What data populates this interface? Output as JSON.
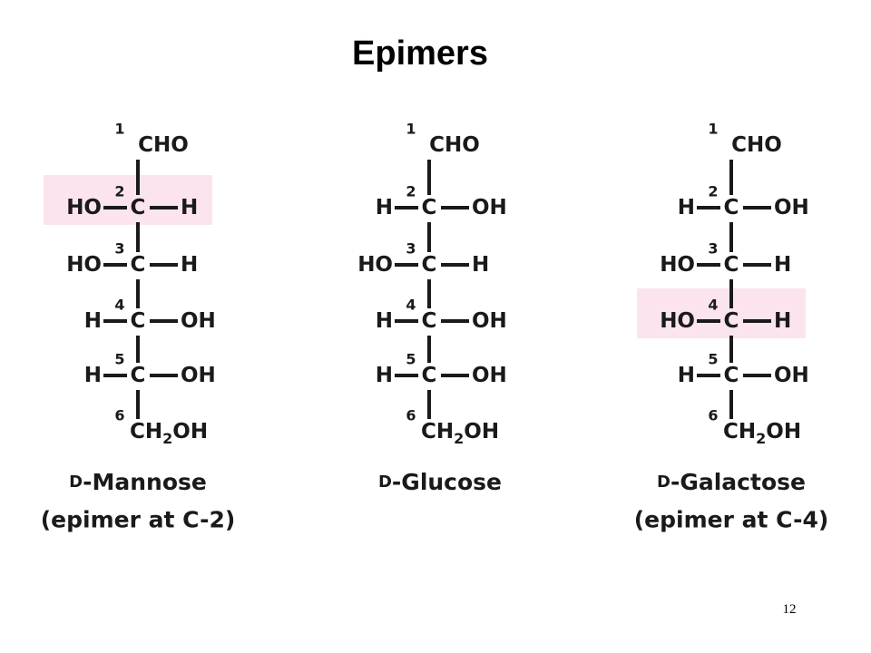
{
  "slide": {
    "title": "Epimers",
    "page_number": "12"
  },
  "colors": {
    "highlight": "#fce4ef",
    "text": "#1a1a1a"
  },
  "molecules": [
    {
      "id": "mannose",
      "name_prefix": "D",
      "name": "-Mannose",
      "subtitle": "(epimer at C-2)",
      "highlight_carbon": 2,
      "top": {
        "number": "1",
        "group": "CHO"
      },
      "carbons": [
        {
          "number": "2",
          "left": "HO",
          "right": "H"
        },
        {
          "number": "3",
          "left": "HO",
          "right": "H"
        },
        {
          "number": "4",
          "left": "H",
          "right": "OH"
        },
        {
          "number": "5",
          "left": "H",
          "right": "OH"
        }
      ],
      "bottom": {
        "number": "6",
        "group_main": "CH",
        "group_sub": "2",
        "group_tail": "OH"
      }
    },
    {
      "id": "glucose",
      "name_prefix": "D",
      "name": "-Glucose",
      "subtitle": "",
      "highlight_carbon": 0,
      "top": {
        "number": "1",
        "group": "CHO"
      },
      "carbons": [
        {
          "number": "2",
          "left": "H",
          "right": "OH"
        },
        {
          "number": "3",
          "left": "HO",
          "right": "H"
        },
        {
          "number": "4",
          "left": "H",
          "right": "OH"
        },
        {
          "number": "5",
          "left": "H",
          "right": "OH"
        }
      ],
      "bottom": {
        "number": "6",
        "group_main": "CH",
        "group_sub": "2",
        "group_tail": "OH"
      }
    },
    {
      "id": "galactose",
      "name_prefix": "D",
      "name": "-Galactose",
      "subtitle": "(epimer at C-4)",
      "highlight_carbon": 4,
      "top": {
        "number": "1",
        "group": "CHO"
      },
      "carbons": [
        {
          "number": "2",
          "left": "H",
          "right": "OH"
        },
        {
          "number": "3",
          "left": "HO",
          "right": "H"
        },
        {
          "number": "4",
          "left": "HO",
          "right": "H"
        },
        {
          "number": "5",
          "left": "H",
          "right": "OH"
        }
      ],
      "bottom": {
        "number": "6",
        "group_main": "CH",
        "group_sub": "2",
        "group_tail": "OH"
      }
    }
  ]
}
